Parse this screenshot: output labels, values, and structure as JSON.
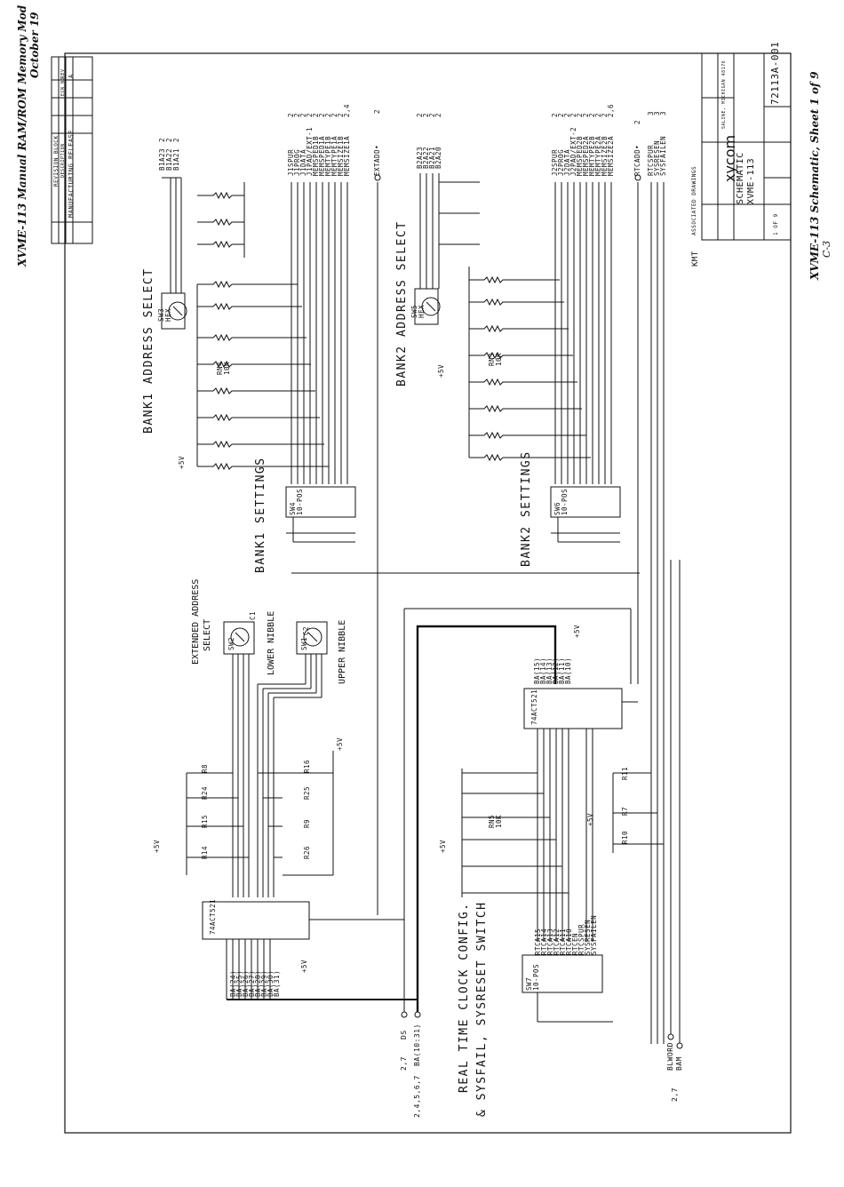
{
  "header": {
    "manual_title": "XVME-113 Manual RAM/ROM Memory Mod",
    "manual_date": "October 19",
    "sheet_caption": "XVME-113 Schematic, Sheet 1 of 9",
    "page_number": "C-3"
  },
  "revision_block": {
    "heading": "REVISION BLOCK",
    "rev_label": "REV",
    "ecn_label": "ECN NO.",
    "description_label": "DESCRIPTION",
    "rev_value": "A",
    "description_value": "MANUFACTURING RELEASE"
  },
  "title_block": {
    "company": "xycom",
    "title_line1": "SCHEMATIC",
    "title_line2": "XVME-113",
    "drawing_number": "72113A-001",
    "sheet_of": "1 OF 9",
    "assoc_drawings": "ASSOCIATED DRAWINGS",
    "initials": "KMT",
    "company_address": "SALINE, MICHIGAN 48176"
  },
  "sections": {
    "bank1_address": "BANK1 ADDRESS SELECT",
    "bank1_settings": "BANK1 SETTINGS",
    "bank2_address": "BANK2 ADDRESS SELECT",
    "bank2_settings": "BANK2 SETTINGS",
    "extended_address": "EXTENDED ADDRESS",
    "extended_select": "SELECT",
    "lower_nibble": "LOWER NIBBLE",
    "upper_nibble": "UPPER NIBBLE",
    "rtc_line1": "REAL TIME CLOCK CONFIG.",
    "rtc_line2": "& SYSFAIL, SYSRESET SWITCH"
  },
  "bank1_address_signals": [
    "B1A23",
    "B1A22",
    "B1A21"
  ],
  "bank1_address_refs": [
    "2",
    "2",
    "2"
  ],
  "bank1_settings_signals": [
    "J1SPUR",
    "J1PROG",
    "J1DATA",
    "J1PAD/EXT-1",
    "MEMSPED1B",
    "MEMSPED1A",
    "MEMTYPE1B",
    "MEMTYPE1A",
    "MEMSIZE1B",
    "MEMSIZE1A"
  ],
  "bank1_settings_refs": [
    "2",
    "2",
    "2",
    "2",
    "2",
    "2",
    "2",
    "2",
    "2",
    "2,4"
  ],
  "extadd_label": "EXTADD•",
  "bank2_address_signals": [
    "B2A23",
    "B2A22",
    "B2A21",
    "B2A20"
  ],
  "bank2_address_refs": [
    "2",
    "2",
    "2",
    "2"
  ],
  "bank2_settings_signals": [
    "J2SPUR",
    "J2PROG",
    "J2DATA",
    "J2PAD/EXT-2",
    "MEMSPED2B",
    "MEMSPED2A",
    "MEMTYPE2B",
    "MEMTYPE2A",
    "MEMSIZE2B",
    "MEMSIZE2A"
  ],
  "bank2_settings_refs": [
    "2",
    "2",
    "2",
    "2",
    "2",
    "2",
    "2",
    "2",
    "2",
    "2,6"
  ],
  "rtc_signals": [
    "RTCADD•",
    "RTCSPUR",
    "SYSRESEN",
    "SYSFAILEN"
  ],
  "rtc_refs": [
    "2",
    "3",
    "3",
    "3"
  ],
  "address_bus_in": [
    "BA(24)",
    "BA(25)",
    "BA(26)",
    "BA(27)",
    "BA(28)",
    "BA(29)",
    "BA(30)",
    "BA(31)"
  ],
  "address_bus_rtc": [
    "BA(15)",
    "BA(14)",
    "BA(13)",
    "BA(12)",
    "BA(11)",
    "BA(10)"
  ],
  "rtc_switch_signals": [
    "RTCA15",
    "RTCA14",
    "RTCA13",
    "RTCA12",
    "RTCA11",
    "RTCA10",
    "RTCEN",
    "RTCSPUR",
    "SYSRESEN",
    "SYSFAILEN"
  ],
  "bottom_ports": {
    "ds": "DS",
    "ds_ref": "2,7",
    "ba_bus": "BA(10:31)",
    "ba_ref": "2,4,5,6,7",
    "blword": "BLWORD",
    "bam": "BAM",
    "bl_ref": "2,7"
  },
  "components": {
    "sw1": "SW1",
    "sw2": "SW2",
    "sw3": "SW3",
    "sw4": "SW4",
    "sw5": "SW5",
    "sw6": "SW6",
    "sw7": "SW7",
    "u_ext": "74ACT521",
    "u_rtc": "74ACT521",
    "sw_type": "10-POS",
    "hex": "HEX",
    "res_pack1": "RN4",
    "res_pack2": "RN3",
    "res_pack3": "RN5",
    "res_value": "10K",
    "supply": "+5V",
    "resistors": [
      "R8",
      "R24",
      "R15",
      "R14",
      "R16",
      "R25",
      "R9",
      "R26",
      "R11",
      "R7",
      "R10"
    ],
    "caps": [
      "C1",
      "C2"
    ]
  },
  "colors": {
    "ink": "#111111",
    "paper": "#ffffff"
  }
}
